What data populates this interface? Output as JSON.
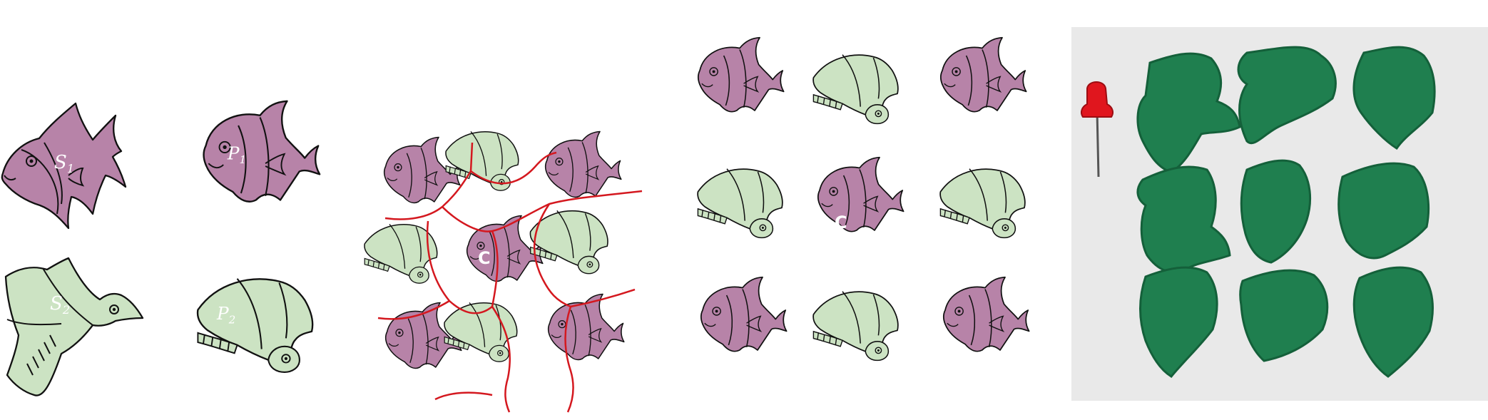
{
  "colors": {
    "fish_fill": "#b783a8",
    "bird_fill": "#cce3c3",
    "outline": "#111111",
    "cut_line": "#d4181f",
    "photo_bg": "#e9e9e9",
    "piece_green": "#1f7f4f",
    "pin_red": "#e0161e"
  },
  "labels": {
    "s1": {
      "base": "S",
      "sub": "1"
    },
    "s2": {
      "base": "S",
      "sub": "2"
    },
    "p1": {
      "base": "P",
      "sub": "1"
    },
    "p2": {
      "base": "P",
      "sub": "2"
    },
    "c_tiling": "C",
    "c_layout": "C"
  },
  "icons": [
    "fish-icon",
    "bird-icon",
    "pushpin-icon",
    "puzzle-piece-icon"
  ]
}
